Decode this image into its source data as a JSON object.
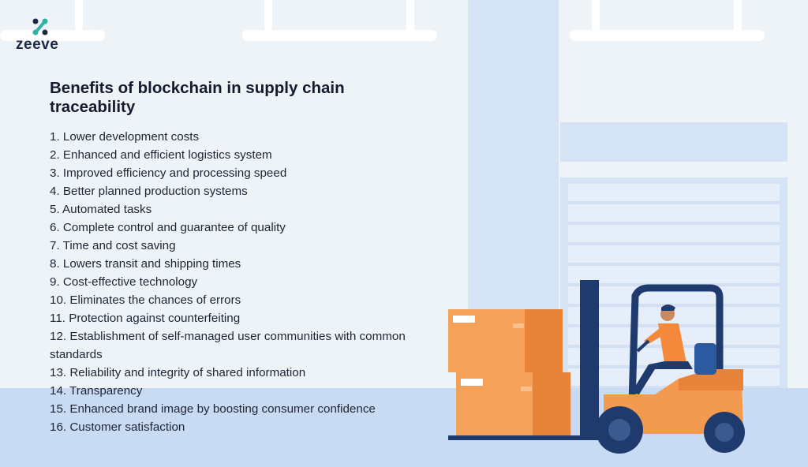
{
  "brand": {
    "name": "zeeve",
    "mark": "logo-mark-icon"
  },
  "title": "Benefits of blockchain in supply chain traceability",
  "benefits": [
    "1. Lower development costs",
    "2. Enhanced and efficient logistics system",
    "3. Improved efficiency and processing speed",
    "4. Better planned production systems",
    "5. Automated tasks",
    "6. Complete control and guarantee of quality",
    "7. Time and cost saving",
    "8. Lowers transit and shipping times",
    "9. Cost-effective technology",
    "10. Eliminates the chances of errors",
    "11. Protection against counterfeiting",
    "12. Establishment of self-managed user communities with common standards",
    "13. Reliability and integrity of shared information",
    "14. Transparency",
    "15. Enhanced brand image by boosting consumer confidence",
    "16. Customer satisfaction"
  ],
  "illustration": {
    "subject": "forklift-with-boxes-illustration",
    "colors": {
      "box": "#f29a4f",
      "forklift": "#f29a4f",
      "mast": "#1f3b6e",
      "wheel": "#1f3b6e",
      "driver_shirt": "#f5893b"
    }
  },
  "colors": {
    "background": "#eef3f8",
    "floor": "#c9dbf2",
    "text": "#1e2433",
    "title": "#141b2e"
  }
}
